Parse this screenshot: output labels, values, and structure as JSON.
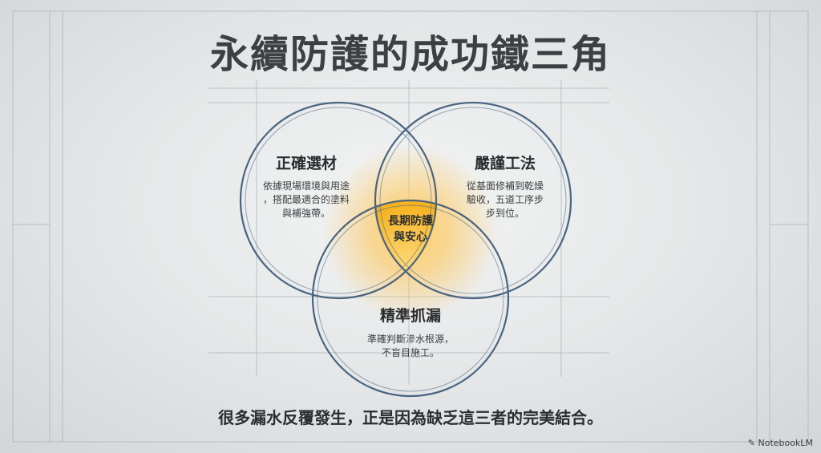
{
  "title": "永續防護的成功鐵三角",
  "caption": "很多漏水反覆發生，正是因為缺乏這三者的完美結合。",
  "watermark": "NotebookLM",
  "circles": {
    "left": {
      "title": "正確選材",
      "lines": [
        "依據現場環境與用途",
        "，搭配最適合的塗料",
        "與補強帶。"
      ]
    },
    "right": {
      "title": "嚴謹工法",
      "lines": [
        "從基面修補到乾燥",
        "驗收，五道工序步",
        "步到位。"
      ]
    },
    "bottom": {
      "title": "精準抓漏",
      "lines": [
        "準確判斷滲水根源，",
        "不盲目施工。"
      ]
    }
  },
  "center": {
    "lines": [
      "長期防護",
      "與安心"
    ]
  },
  "colors": {
    "ring": "#4a6480",
    "glow": "#f5a623",
    "core": "#f0a017"
  }
}
